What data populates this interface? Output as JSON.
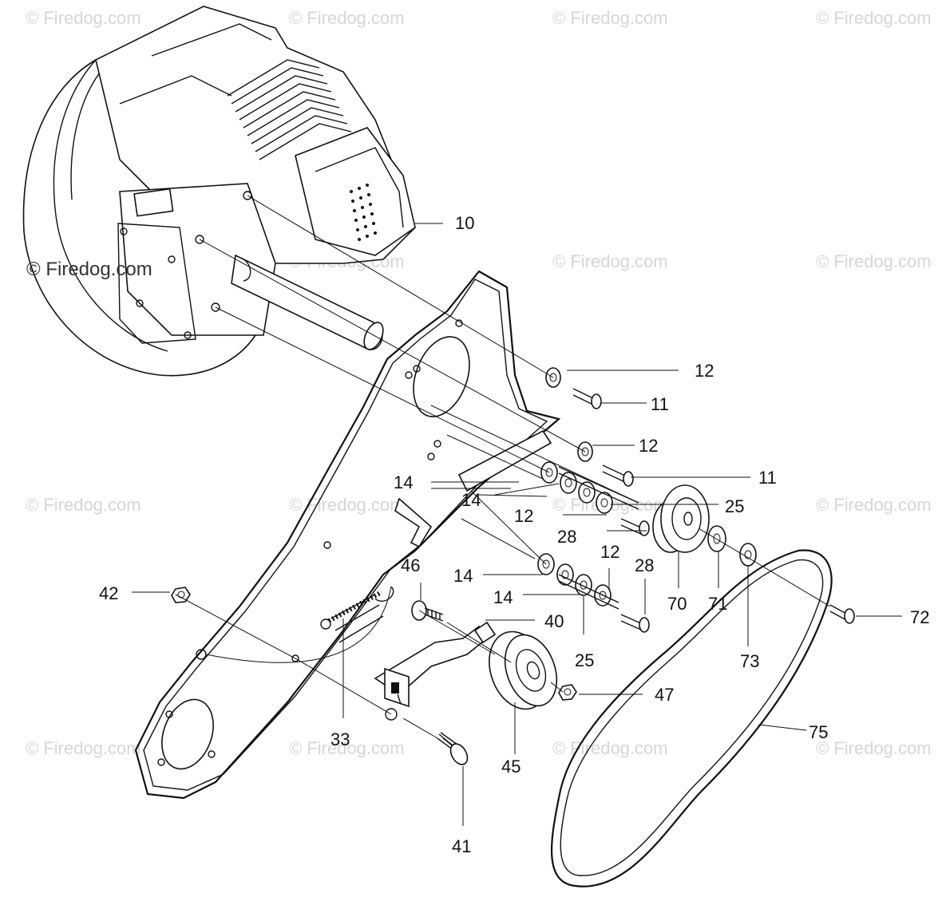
{
  "watermarks": {
    "text": "© Firedog.com"
  },
  "labels": {
    "p10": "10",
    "p12a": "12",
    "p11a": "11",
    "p12b": "12",
    "p11b": "11",
    "p14a": "14",
    "p25a": "25",
    "p14b": "14",
    "p12c": "12",
    "p28a": "28",
    "p70": "70",
    "p71": "71",
    "p73": "73",
    "p72": "72",
    "p46": "46",
    "p12d": "12",
    "p28b": "28",
    "p14c": "14",
    "p14d": "14",
    "p42": "42",
    "p40": "40",
    "p25b": "25",
    "p47": "47",
    "p33": "33",
    "p45": "45",
    "p75": "75",
    "p41": "41"
  }
}
